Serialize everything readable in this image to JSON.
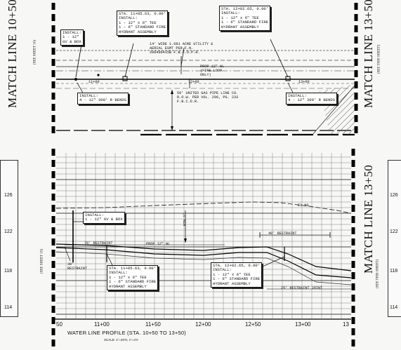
{
  "plan": {
    "callouts": {
      "sta_1105": "STA. 11+05.63, 0.00'\nINSTALL:\n1 - 12\" x 6\" TEE\n1 - 6\" STANDARD FIRE\nHYDRANT ASSEMBLY",
      "sta_1282": "STA. 12+82.65, 0.00'\nINSTALL:\n1 - 12\" x 6\" TEE\n1 - 6\" STANDARD FIRE\nHYDRANT ASSEMBLY",
      "gv_box": "INSTALL:\n1 - 12\"\nGV & BOX",
      "bends_left": "INSTALL:\n4 - 12\" 300' R BENDS",
      "bends_right": "INSTALL:\n4 - 12\" 300' R BENDS"
    },
    "notes": {
      "easement": "14' WIDE 1.681 ACRE UTILITY &\nAERIAL ESMT PER F.N.\n200406415B F.B.C.O.P.R.",
      "prop_wl": "PROP 12\" WL\n(FIRE LOOP\nONLY)",
      "gas_row": "50' UNITED GAS PIPE LINE CO.\nR.O.W. PER VOL. 296, PG. 233\nF.B.C.D.R."
    },
    "stations": [
      "11+00",
      "12+00",
      "13+00"
    ]
  },
  "match_lines": {
    "left_label": "MATCH LINE 10+50",
    "left_sub": "(SEE SHEET 10)",
    "right_label": "MATCH LINE 13+50",
    "right_sub": "(SEE THIS SHEET)"
  },
  "profile": {
    "callouts": {
      "gv_box": "INSTALL:\n1 - 12\" GV & BOX",
      "sta_1105": "STA. 11+05.63, 0.00'\nINSTALL:\n1 - 12\" x 6\" TEE\n1 - 6\" STANDARD FIRE\nHYDRANT ASSEMBLY",
      "sta_1282": "STA. 12+82.65, 0.00'\nINSTALL:\n1 - 12\" x 6\" TEE\n1 - 6\" STANDARD FIRE\nHYDRANT ASSEMBLY"
    },
    "labels": {
      "restraint_70": "70' RESTRAINT",
      "restraint_left": "30'\nRESTRAINT",
      "restraint_40": "40' RESTRAINT",
      "restraint_joint": "25' RESTRAINT JOINT",
      "prop_wl": "PROP 12\" WL",
      "ex_ng": "EX NG",
      "min_cover": "MIN 3'"
    },
    "x_ticks": [
      "50",
      "11+00",
      "11+50",
      "12+00",
      "12+50",
      "13+00",
      "13"
    ],
    "elevations_left": [
      "126",
      "122",
      "118",
      "114"
    ],
    "elevations_right": [
      "126",
      "122",
      "118",
      "114"
    ],
    "title": "WATER LINE PROFILE (STA. 10+50 TO 13+50)",
    "scale": "SCALE: 1\"=40'H, 1\"=4'V"
  }
}
